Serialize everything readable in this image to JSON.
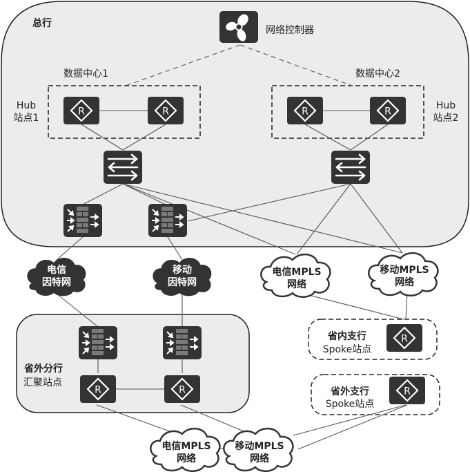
{
  "colors": {
    "device_fill": "#333333",
    "device_glyph": "#ffffff",
    "zone_fill": "#ececec",
    "zone_stroke": "#222222",
    "link": "#555555",
    "internet_cloud_fill": "#333333",
    "mpls_cloud_fill": "#ffffff",
    "firewall_brick": "#7a7a7a"
  },
  "zones": {
    "headquarters": {
      "label": "总行"
    },
    "outer_branch": {
      "label": "省外分行",
      "sublabel": "汇聚站点"
    },
    "inner_spoke": {
      "label": "省内支行",
      "sublabel": "Spoke站点"
    },
    "outer_spoke": {
      "label": "省外支行",
      "sublabel": "Spoke站点"
    }
  },
  "controller": {
    "label": "网络控制器",
    "icon": "fan-controller-icon"
  },
  "datacenters": [
    {
      "label": "数据中心1",
      "hub_label_line1": "Hub",
      "hub_label_line2": "站点1"
    },
    {
      "label": "数据中心2",
      "hub_label_line1": "Hub",
      "hub_label_line2": "站点2"
    }
  ],
  "clouds": {
    "telecom_internet": {
      "line1": "电信",
      "line2": "因特网"
    },
    "mobile_internet": {
      "line1": "移动",
      "line2": "因特网"
    },
    "telecom_mpls_top": {
      "line1": "电信MPLS",
      "line2": "网络"
    },
    "mobile_mpls_top": {
      "line1": "移动MPLS",
      "line2": "网络"
    },
    "telecom_mpls_bottom": {
      "line1": "电信MPLS",
      "line2": "网络"
    },
    "mobile_mpls_bottom": {
      "line1": "移动MPLS",
      "line2": "网络"
    }
  },
  "devices": {
    "router_glyph": "R",
    "types": [
      "router",
      "switch",
      "firewall",
      "controller"
    ]
  }
}
